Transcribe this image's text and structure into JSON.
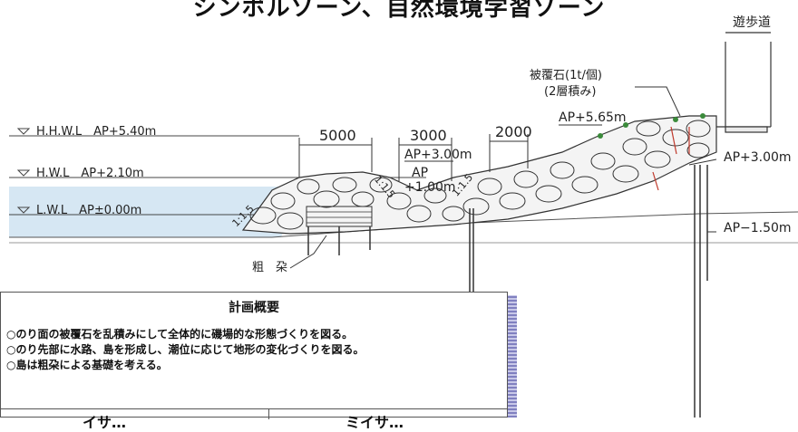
{
  "title": "シンボルゾーン、自然環境学習ゾーン",
  "water_levels": {
    "hhwl": "H.H.W.L　AP+5.40m",
    "hwl": "H.W.L　AP+2.10m",
    "lwl": "L.W.L　AP±0.00m"
  },
  "dimensions": {
    "d1": "5000",
    "d2": "3000",
    "d3": "2000"
  },
  "slopes": {
    "left": "1:1.5",
    "mid1": "1:1.5",
    "mid2": "1:1.5"
  },
  "annotations": {
    "ap3_top": "AP+3.00m",
    "ap1": "AP",
    "ap1_val": "+1.00m",
    "ap565": "AP+5.65m",
    "ap3_right": "AP+3.00m",
    "ap_m150": "AP−1.50m",
    "promenade": "遊歩道",
    "armor_stone": "被覆石(1t/個)",
    "armor_layers": "(2層積み)",
    "fascine": "粗　朶"
  },
  "plan_summary": {
    "heading": "計画概要",
    "items": [
      "○のり面の被覆石を乱積みにして全体的に磯場的な形態づくりを図る。",
      "○のり先部に水路、島を形成し、潮位に応じて地形の変化づくりを図る。",
      "○島は粗朶による基礎を考える。"
    ],
    "col_left": "イサ…",
    "col_right": "ミイサ…"
  }
}
